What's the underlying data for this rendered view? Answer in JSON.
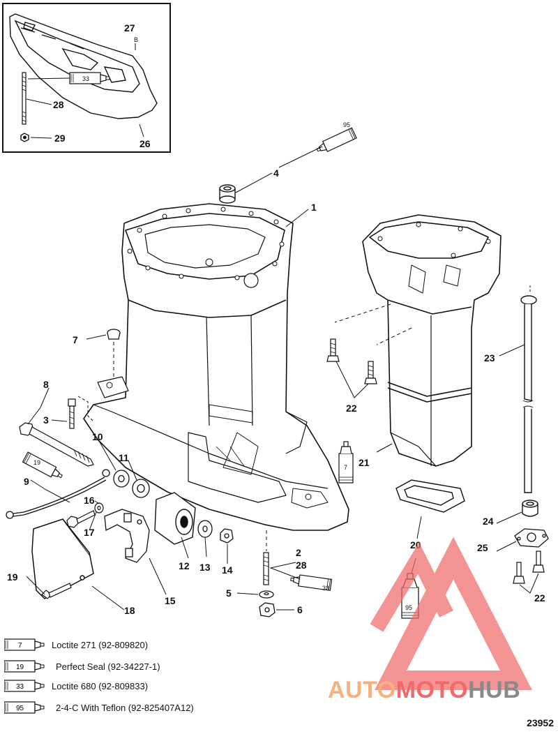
{
  "callouts": {
    "c1": "1",
    "c2": "2",
    "c3": "3",
    "c4": "4",
    "c5": "5",
    "c6": "6",
    "c7": "7",
    "c8": "8",
    "c9": "9",
    "c10": "10",
    "c11": "11",
    "c12": "12",
    "c13": "13",
    "c14": "14",
    "c15": "15",
    "c16": "16",
    "c17": "17",
    "c18": "18",
    "c19": "19",
    "c20": "20",
    "c21": "21",
    "c22a": "22",
    "c22b": "22",
    "c23": "23",
    "c24": "24",
    "c25": "25",
    "c26": "26",
    "c27": "27",
    "c28a": "28",
    "c28b": "28",
    "c29": "29"
  },
  "inset_marks": {
    "b": "B"
  },
  "tube_labels": {
    "t95a": "95",
    "t33a": "33",
    "t19": "19",
    "t7": "7",
    "t33b": "33",
    "t95b": "95"
  },
  "legend": [
    {
      "code": "7",
      "text": "Loctite 271 (92-809820)"
    },
    {
      "code": "19",
      "text": "Perfect Seal (92-34227-1)"
    },
    {
      "code": "33",
      "text": "Loctite 680 (92-809833)"
    },
    {
      "code": "95",
      "text": "2-4-C  With Teflon (92-825407A12)"
    }
  ],
  "figure_number": "23952",
  "watermark": {
    "part1": "AUTO",
    "part2": "MOTO",
    "part3": "HUB",
    "logo_color": "#ef6a6a",
    "accent_color": "#f6b17c"
  },
  "icons": [
    "lubricant-tube-icon",
    "automotohub-logo-icon"
  ]
}
